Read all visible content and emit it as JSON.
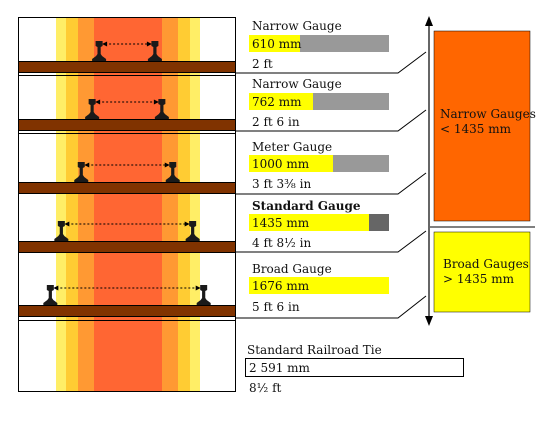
{
  "gauges": [
    {
      "name": "Narrow Gauge",
      "mm": "610 mm",
      "mm_value": 610,
      "imperial": "2 ft"
    },
    {
      "name": "Narrow Gauge",
      "mm": "762 mm",
      "mm_value": 762,
      "imperial": "2 ft 6 in"
    },
    {
      "name": "Meter Gauge",
      "mm": "1000 mm",
      "mm_value": 1000,
      "imperial": "3 ft 3⅜ in"
    },
    {
      "name": "Standard Gauge",
      "mm": "1435 mm",
      "mm_value": 1435,
      "imperial": "4 ft 8½ in"
    },
    {
      "name": "Broad Gauge",
      "mm": "1676 mm",
      "mm_value": 1676,
      "imperial": "5 ft 6 in"
    }
  ],
  "tie": {
    "name": "Standard Railroad Tie",
    "mm": "2 591 mm",
    "imperial": "8½ ft"
  },
  "groups": {
    "narrow": {
      "label_line1": "Narrow Gauges",
      "label_line2": "< 1435 mm",
      "color": "#ff6600"
    },
    "broad": {
      "label_line1": "Broad Gauges",
      "label_line2": "> 1435 mm",
      "color": "#ffff00"
    }
  },
  "colors": {
    "tie": "#803300",
    "rail": "#1a1a1a",
    "bar_fill": "#ffff00",
    "bar_rest": "#999999",
    "bar_rest_standard": "#666666"
  }
}
